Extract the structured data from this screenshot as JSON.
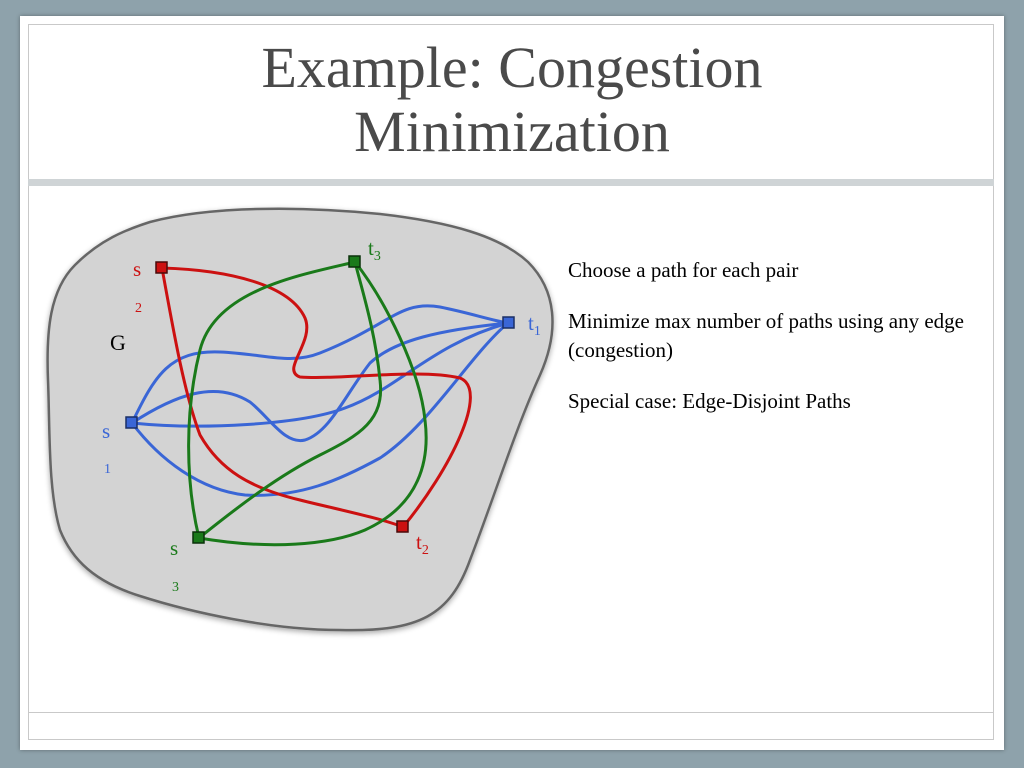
{
  "slide": {
    "title_line1": "Example: Congestion",
    "title_line2": "Minimization"
  },
  "diagram": {
    "graph_label": "G",
    "nodes": {
      "s1": {
        "base": "s",
        "sub": "1",
        "color": "#2f5fcf"
      },
      "s2": {
        "base": "s",
        "sub": "2",
        "color": "#cc1111"
      },
      "s3": {
        "base": "s",
        "sub": "3",
        "color": "#1a7a1a"
      },
      "t1": {
        "base": "t",
        "sub": "1",
        "color": "#2f5fcf"
      },
      "t2": {
        "base": "t",
        "sub": "2",
        "color": "#cc1111"
      },
      "t3": {
        "base": "t",
        "sub": "3",
        "color": "#1a7a1a"
      }
    },
    "region_fill": "#d3d3d3",
    "region_stroke": "#666666",
    "path_colors": {
      "pair1": "#3a66d6",
      "pair2": "#cc1111",
      "pair3": "#1a7a1a"
    }
  },
  "bullets": {
    "item1": "Choose a path for each pair",
    "item2": "Minimize max number of paths using any edge (congestion)",
    "item3": "Special case: Edge-Disjoint Paths"
  }
}
